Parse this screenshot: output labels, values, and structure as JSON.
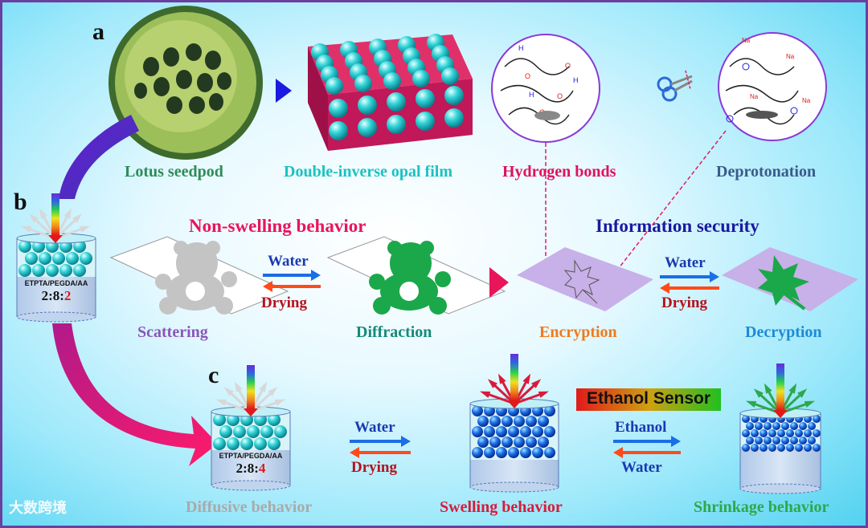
{
  "panels": {
    "a": "a",
    "b": "b",
    "c": "c"
  },
  "captions": {
    "lotus": "Lotus seedpod",
    "opal": "Double-inverse opal film",
    "hbonds": "Hydrogen bonds",
    "deprot": "Deprotonation",
    "non_swelling": "Non-swelling behavior",
    "info_security": "Information security",
    "scattering": "Scattering",
    "diffraction": "Diffraction",
    "encryption": "Encryption",
    "decryption": "Decryption",
    "diffusive": "Diffusive behavior",
    "swelling": "Swelling behavior",
    "shrinkage": "Shrinkage behavior",
    "ethanol_sensor": "Ethanol Sensor"
  },
  "arrows": {
    "water": "Water",
    "drying": "Drying",
    "ethanol": "Ethanol"
  },
  "composition": {
    "label": "ETPTA/PEGDA/AA",
    "ratio_b_prefix": "2:8:",
    "ratio_b_last": "2",
    "ratio_c_prefix": "2:8:",
    "ratio_c_last": "4"
  },
  "watermark": "大数跨境",
  "colors": {
    "lotus": "#2e8b57",
    "opal": "#19c2c2",
    "hbonds": "#e0115f",
    "deprot": "#3a5a8a",
    "non_swelling": "#e8155b",
    "info_security": "#1a1aa0",
    "scattering": "#8a57b8",
    "diffraction": "#148a7a",
    "encryption": "#f07a1a",
    "decryption": "#1e8ad6",
    "diffusive": "#aaaaaa",
    "swelling": "#d81b3a",
    "shrinkage": "#2ea84a",
    "water": "#1a3ab0",
    "drying": "#b5121b"
  }
}
